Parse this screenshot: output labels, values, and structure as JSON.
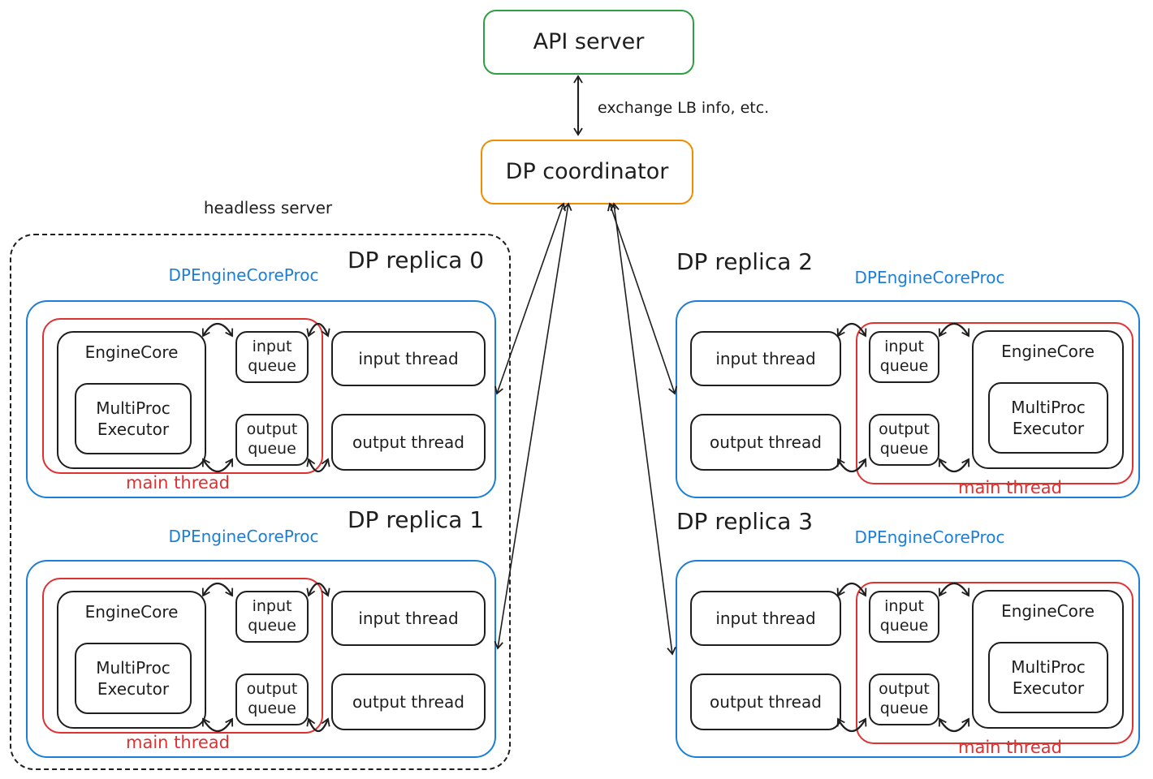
{
  "colors": {
    "green": "#2f9e44",
    "orange": "#f08c00",
    "blue": "#1c7ed6",
    "red": "#e03131",
    "ink": "#1e1e1e"
  },
  "api_server": {
    "label": "API server"
  },
  "coordinator": {
    "label": "DP coordinator"
  },
  "coordinator_link_label": "exchange LB info, etc.",
  "headless_server_label": "headless server",
  "replicas": [
    {
      "title": "DP replica 0",
      "proc_label": "DPEngineCoreProc",
      "engine_core_label": "EngineCore",
      "executor_label": "MultiProc Executor",
      "input_queue_label": "input queue",
      "output_queue_label": "output queue",
      "input_thread_label": "input thread",
      "output_thread_label": "output thread",
      "main_thread_label": "main thread"
    },
    {
      "title": "DP replica 1",
      "proc_label": "DPEngineCoreProc",
      "engine_core_label": "EngineCore",
      "executor_label": "MultiProc Executor",
      "input_queue_label": "input queue",
      "output_queue_label": "output queue",
      "input_thread_label": "input thread",
      "output_thread_label": "output thread",
      "main_thread_label": "main thread"
    },
    {
      "title": "DP replica 2",
      "proc_label": "DPEngineCoreProc",
      "engine_core_label": "EngineCore",
      "executor_label": "MultiProc Executor",
      "input_queue_label": "input queue",
      "output_queue_label": "output queue",
      "input_thread_label": "input thread",
      "output_thread_label": "output thread",
      "main_thread_label": "main thread"
    },
    {
      "title": "DP replica 3",
      "proc_label": "DPEngineCoreProc",
      "engine_core_label": "EngineCore",
      "executor_label": "MultiProc Executor",
      "input_queue_label": "input queue",
      "output_queue_label": "output queue",
      "input_thread_label": "input thread",
      "output_thread_label": "output thread",
      "main_thread_label": "main thread"
    }
  ]
}
